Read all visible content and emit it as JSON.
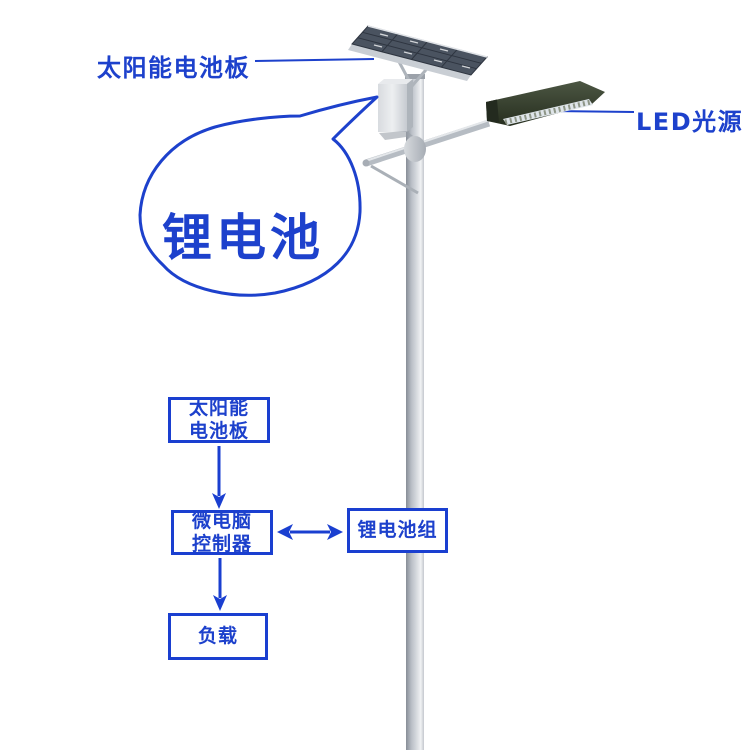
{
  "annotations": {
    "solar_panel_label": "太阳能电池板",
    "led_label": "LED光源",
    "battery_bubble_label": "锂电池"
  },
  "flowchart": {
    "boxes": [
      {
        "id": "solar-panel",
        "lines": [
          "太阳能",
          "电池板"
        ]
      },
      {
        "id": "controller",
        "lines": [
          "微电脑",
          "控制器"
        ]
      },
      {
        "id": "battery-pack",
        "lines": [
          "锂电池组"
        ]
      },
      {
        "id": "load",
        "lines": [
          "负载"
        ]
      }
    ]
  },
  "colors": {
    "accent_blue": "#1d41cc",
    "pole_gray": "#b9bec6",
    "panel_dark": "#4a5360",
    "lamp_green": "#39422e"
  }
}
